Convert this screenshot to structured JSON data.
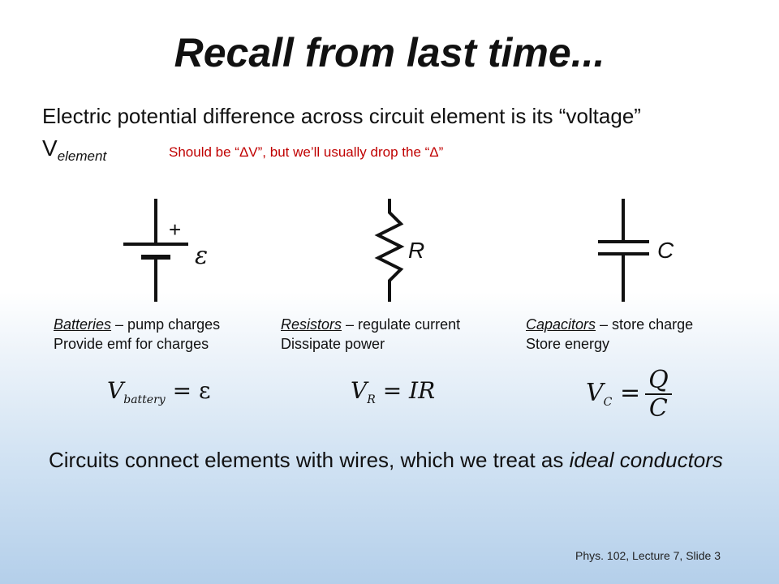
{
  "title": "Recall from last time...",
  "intro": "Electric potential difference across circuit element is its “voltage”",
  "velement": {
    "main": "V",
    "sub": "element"
  },
  "note": "Should be “ΔV”, but we’ll usually drop the “Δ”",
  "symbols": {
    "battery_plus": "+",
    "battery_label": "ε",
    "resistor_label": "R",
    "capacitor_label": "C"
  },
  "elements": [
    {
      "name": "Batteries",
      "desc": " – pump charges",
      "line2": "Provide emf for charges"
    },
    {
      "name": "Resistors",
      "desc": " – regulate current",
      "line2": "Dissipate power"
    },
    {
      "name": "Capacitors",
      "desc": " – store charge",
      "line2": "Store energy"
    }
  ],
  "equations": {
    "battery": {
      "lhs": "V",
      "sub": "battery",
      "rhs": "= ε"
    },
    "resistor": {
      "lhs": "V",
      "sub": "R",
      "rhs": "= IR"
    },
    "capacitor": {
      "lhs": "V",
      "sub": "C",
      "eq": "=",
      "num": "Q",
      "den": "C"
    }
  },
  "closing": {
    "before": "Circuits connect elements with wires, which we treat as ",
    "italic": "ideal conductors"
  },
  "footer": "Phys. 102, Lecture 7, Slide 3"
}
